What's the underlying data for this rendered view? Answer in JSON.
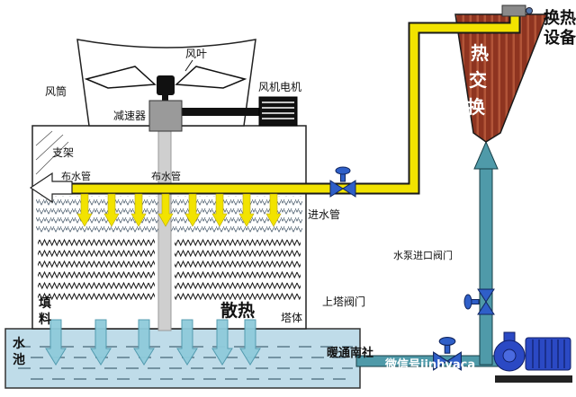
{
  "diagram": {
    "tower": {
      "fan_blade_label": "风叶",
      "fan_duct_label": "风筒",
      "fan_motor_label": "风机电机",
      "reducer_label": "减速器",
      "support_label": "支架",
      "dist_pipe_left_label": "布水管",
      "dist_pipe_right_label": "布水管",
      "fill_label_chars": [
        "填",
        "料"
      ],
      "heat_dissipation_label": "散热",
      "tower_body_label": "塔体",
      "pool_label_chars": [
        "水",
        "池"
      ]
    },
    "piping": {
      "inlet_pipe_label": "进水管",
      "tower_valve_label": "上塔阀门",
      "pump_inlet_valve_label": "水泵进口阀门"
    },
    "heat_exchanger": {
      "equipment_label_lines": [
        "换热",
        "设备"
      ],
      "label_chars": [
        "热",
        "交",
        "换"
      ]
    },
    "watermarks": {
      "brand": "暖通南社",
      "wechat": "微信号jinhvaca"
    },
    "colors": {
      "hot_water": "#f2e300",
      "cold_water": "#4f9aa9",
      "pool_fill": "#bfdce9",
      "exchanger_body": "#8e3420",
      "exchanger_streak": "#b25538",
      "valve_blue": "#2f5fc8",
      "pump_blue": "#2b49c4",
      "brand_pink": "#e86ca0"
    }
  }
}
